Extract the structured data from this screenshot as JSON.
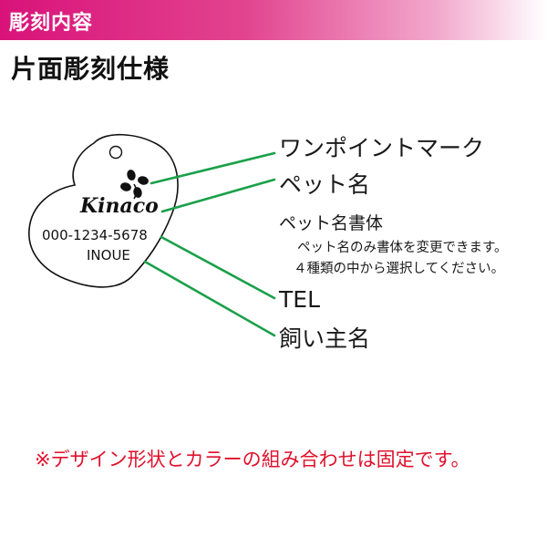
{
  "header": {
    "title": "彫刻内容"
  },
  "page_title": "片面彫刻仕様",
  "tag": {
    "pet_name": "Kinaco",
    "tel": "000-1234-5678",
    "owner": "INOUE"
  },
  "labels": {
    "one_point_mark": "ワンポイントマーク",
    "pet_name": "ペット名",
    "font_title": "ペット名書体",
    "font_desc_1": "ペット名のみ書体を変更できます。",
    "font_desc_2": "４種類の中から選択してください。",
    "tel": "TEL",
    "owner_name": "飼い主名"
  },
  "note": "※デザイン形状とカラーの組み合わせは固定です。",
  "colors": {
    "header_gradient_start": "#d9127a",
    "leader_line": "#1aa04a",
    "note_text": "#e0102b",
    "tag_outline": "#111111"
  },
  "icons": [
    "clover-icon",
    "hole-icon"
  ]
}
